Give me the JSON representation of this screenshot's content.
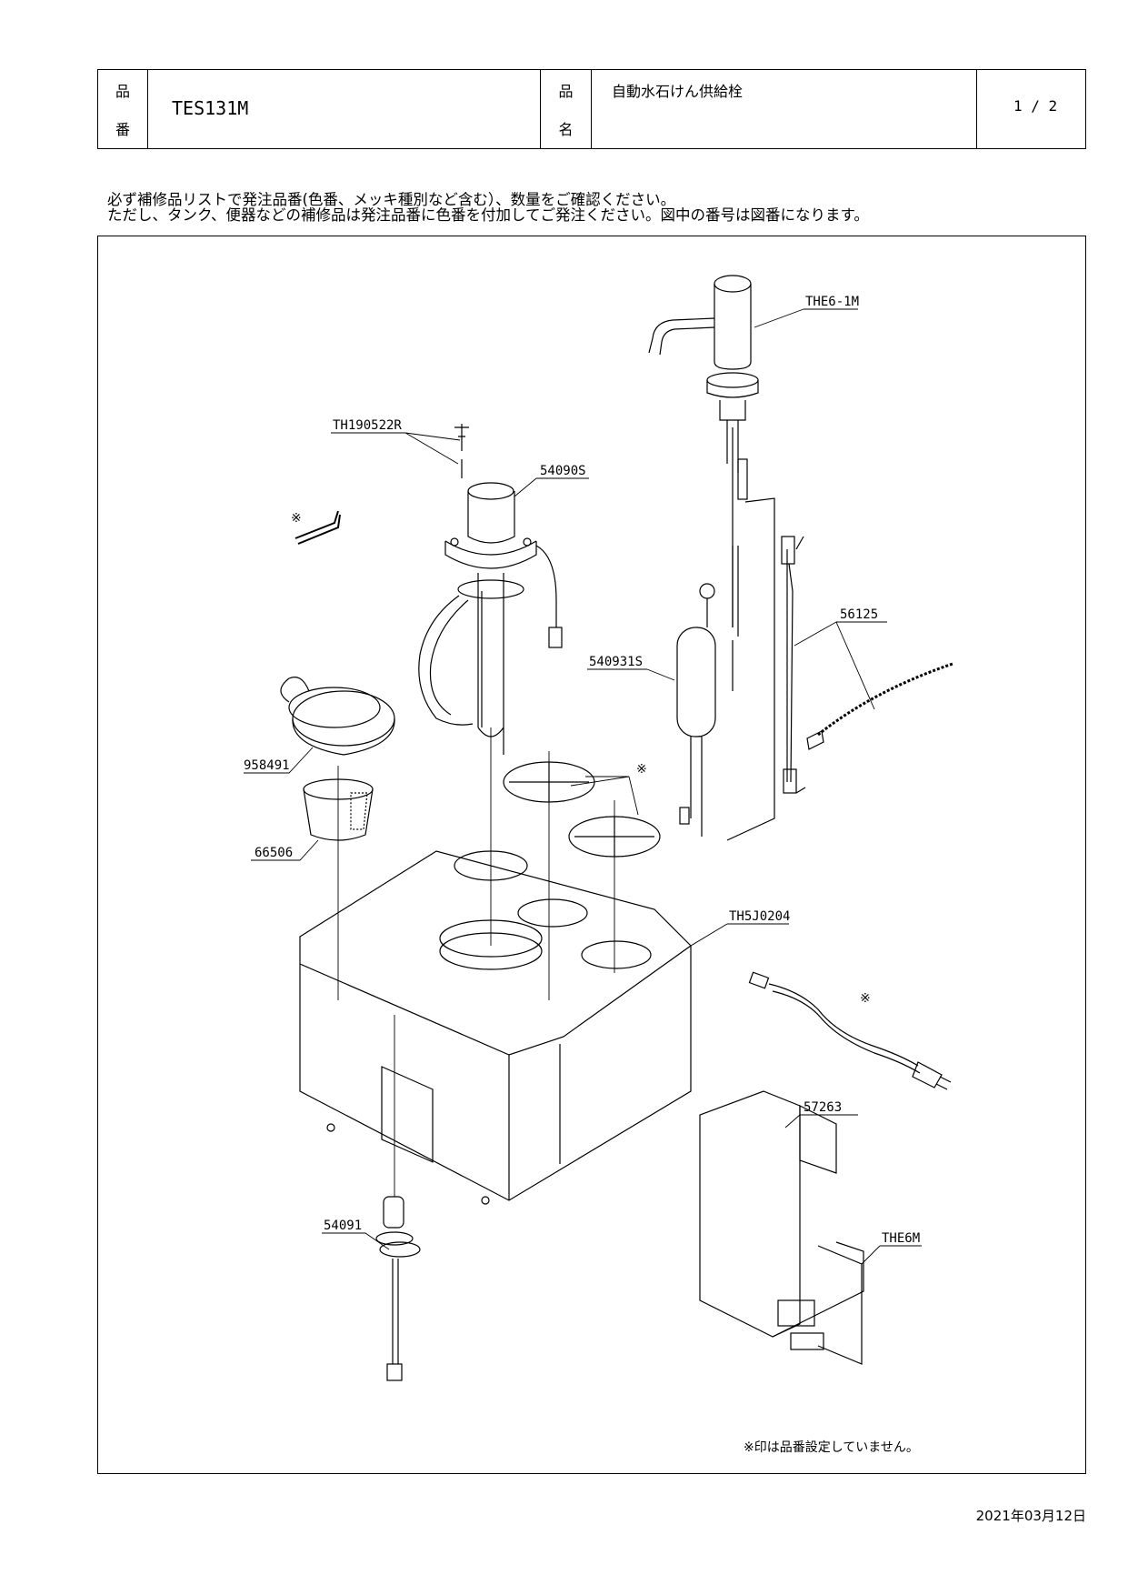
{
  "header": {
    "part_no_label_1": "品",
    "part_no_label_2": "番",
    "part_no": "TES131M",
    "part_name_label_1": "品",
    "part_name_label_2": "名",
    "part_name": "自動水石けん供給栓",
    "page": "1 / 2"
  },
  "notes": {
    "line1": "必ず補修品リストで発注品番(色番、メッキ種別など含む）、数量をご確認ください。",
    "line2": "ただし、タンク、便器などの補修品は発注品番に色番を付加してご発注ください。図中の番号は図番になります。"
  },
  "callouts": {
    "the61m": "THE6-1M",
    "th190522r": "TH190522R",
    "p54090s": "54090S",
    "mark_wrench": "※",
    "p540931s": "540931S",
    "p56125": "56125",
    "p958491": "958491",
    "mark_rings": "※",
    "p66506": "66506",
    "th5j0204": "TH5J0204",
    "mark_cord": "※",
    "p57263": "57263",
    "the6m": "THE6M",
    "p54091": "54091"
  },
  "footnote": "※印は品番設定していません。",
  "date": "2021年03月12日"
}
